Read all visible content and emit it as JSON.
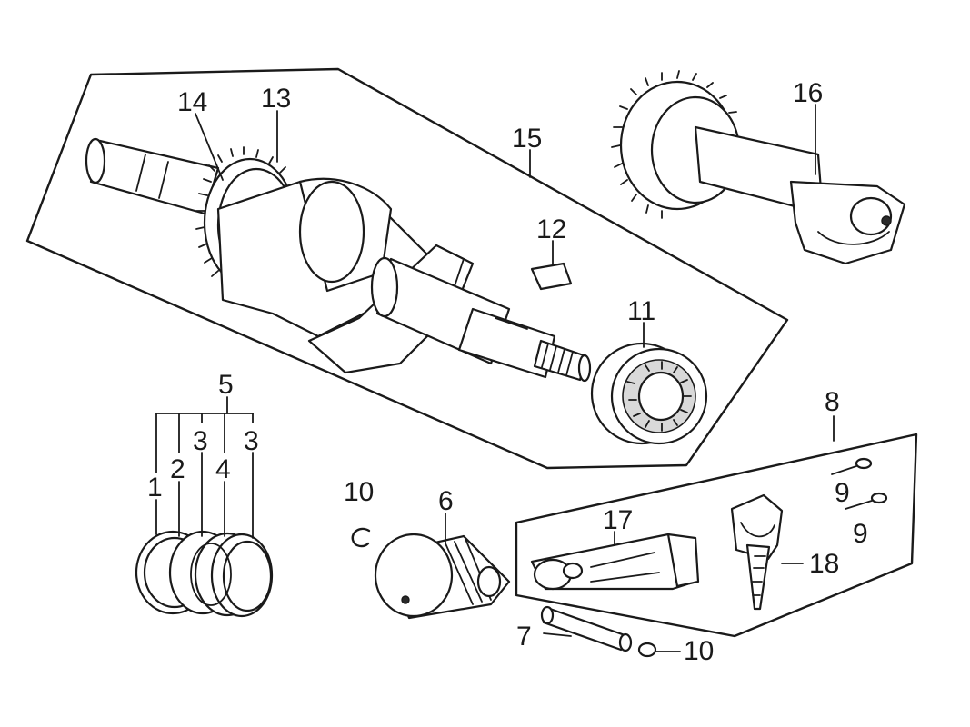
{
  "labels": {
    "l1": "1",
    "l2": "2",
    "l3a": "3",
    "l3b": "3",
    "l4": "4",
    "l5": "5",
    "l6": "6",
    "l7": "7",
    "l8": "8",
    "l9a": "9",
    "l9b": "9",
    "l10a": "10",
    "l10b": "10",
    "l11": "11",
    "l12": "12",
    "l13": "13",
    "l14": "14",
    "l15": "15",
    "l16": "16",
    "l17": "17",
    "l18": "18"
  }
}
